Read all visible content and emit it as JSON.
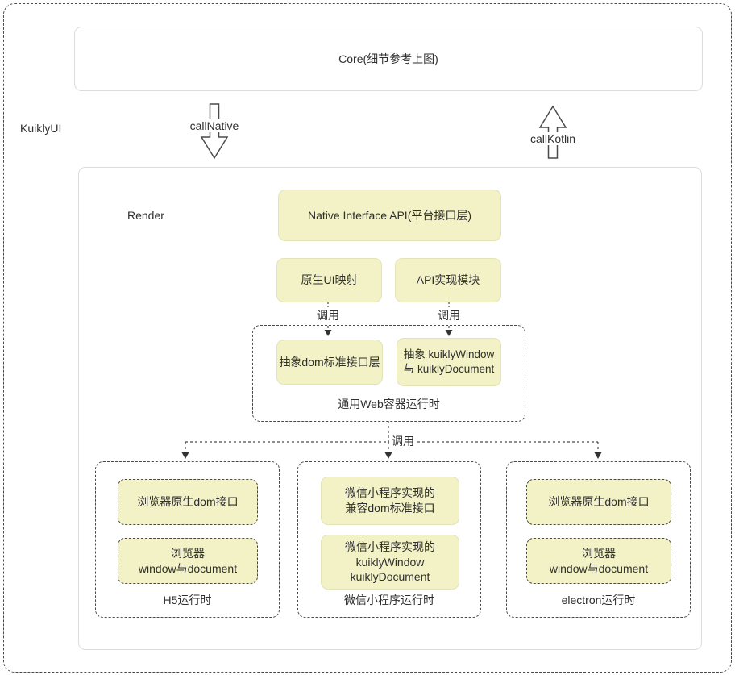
{
  "diagram": {
    "side_label": "KuiklyUI",
    "core": {
      "label": "Core(细节参考上图)"
    },
    "arrows": {
      "call_native": "callNative",
      "call_kotlin": "callKotlin"
    },
    "render": {
      "label": "Render",
      "native_interface_api": "Native Interface API(平台接口层)",
      "native_ui_box": "原生UI映射",
      "api_impl_box": "API实现模块",
      "call_label": "调用",
      "web_container": {
        "title": "通用Web容器运行时",
        "abstract_dom_box": "抽象dom标准接口层",
        "abstract_window_box": {
          "line1": "抽象 kuiklyWindow",
          "line2": "与 kuiklyDocument"
        }
      },
      "h5_runtime": {
        "title": "H5运行时",
        "box1": "浏览器原生dom接口",
        "box2": {
          "line1": "浏览器",
          "line2": "window与document"
        }
      },
      "weixin_runtime": {
        "title": "微信小程序运行时",
        "box1": {
          "line1": "微信小程序实现的",
          "line2": "兼容dom标准接口"
        },
        "box2": {
          "line1": "微信小程序实现的",
          "line2": "kuiklyWindow",
          "line3": "kuiklyDocument"
        }
      },
      "electron_runtime": {
        "title": "electron运行时",
        "box1": "浏览器原生dom接口",
        "box2": {
          "line1": "浏览器",
          "line2": "window与document"
        }
      }
    }
  },
  "colors": {
    "box_fill": "#f2f2c6",
    "box_border": "#e3e3b8",
    "dash_color": "#4a4a4a",
    "container_border": "#dcdcdc",
    "text": "#2f2f2f"
  }
}
